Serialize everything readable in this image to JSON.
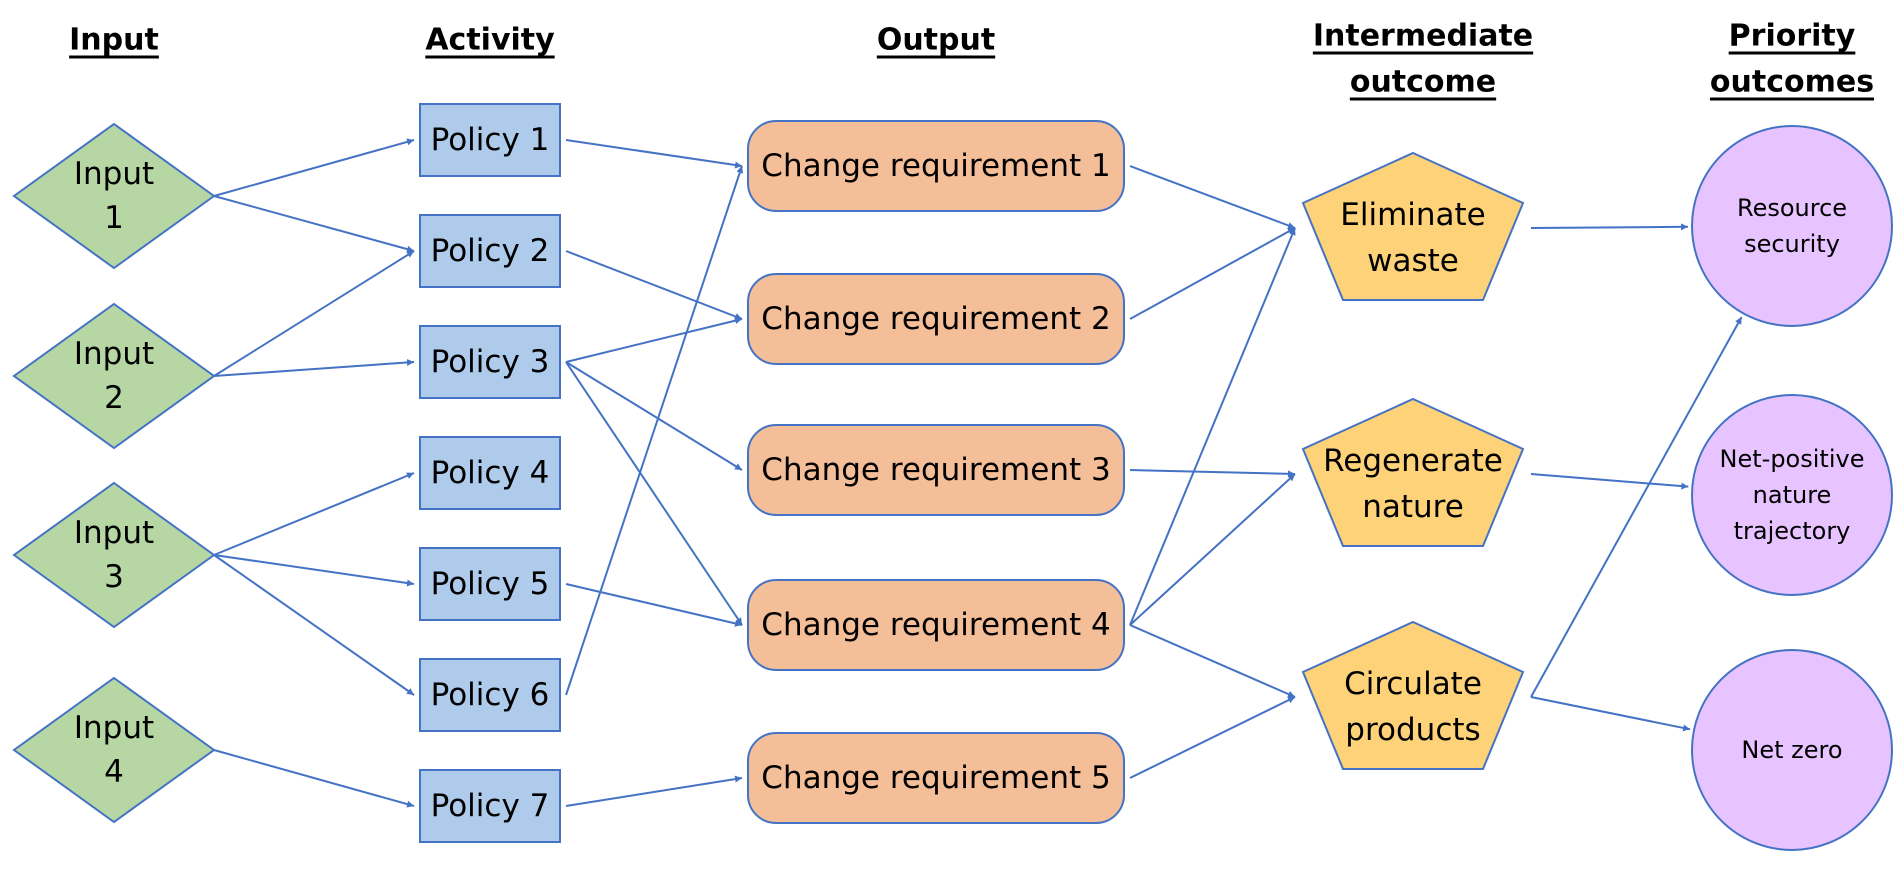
{
  "colors": {
    "connector": "#4472C4",
    "input_fill": "#B6D7A4",
    "activity_fill": "#AECBEB",
    "output_fill": "#F4BE98",
    "intermediate_fill": "#FDD278",
    "priority_fill": "#E7C4FF"
  },
  "headers": {
    "input": [
      "Input"
    ],
    "activity": [
      "Activity"
    ],
    "output": [
      "Output"
    ],
    "intermediate": [
      "Intermediate",
      "outcome"
    ],
    "priority": [
      "Priority",
      "outcomes"
    ]
  },
  "inputs": [
    {
      "id": "i1",
      "lines": [
        "Input",
        "1"
      ]
    },
    {
      "id": "i2",
      "lines": [
        "Input",
        "2"
      ]
    },
    {
      "id": "i3",
      "lines": [
        "Input",
        "3"
      ]
    },
    {
      "id": "i4",
      "lines": [
        "Input",
        "4"
      ]
    }
  ],
  "activities": [
    {
      "id": "p1",
      "lines": [
        "Policy 1"
      ]
    },
    {
      "id": "p2",
      "lines": [
        "Policy 2"
      ]
    },
    {
      "id": "p3",
      "lines": [
        "Policy 3"
      ]
    },
    {
      "id": "p4",
      "lines": [
        "Policy 4"
      ]
    },
    {
      "id": "p5",
      "lines": [
        "Policy 5"
      ]
    },
    {
      "id": "p6",
      "lines": [
        "Policy 6"
      ]
    },
    {
      "id": "p7",
      "lines": [
        "Policy 7"
      ]
    }
  ],
  "outputs": [
    {
      "id": "c1",
      "lines": [
        "Change requirement 1"
      ]
    },
    {
      "id": "c2",
      "lines": [
        "Change requirement 2"
      ]
    },
    {
      "id": "c3",
      "lines": [
        "Change requirement 3"
      ]
    },
    {
      "id": "c4",
      "lines": [
        "Change requirement 4"
      ]
    },
    {
      "id": "c5",
      "lines": [
        "Change requirement 5"
      ]
    }
  ],
  "intermediate_outcomes": [
    {
      "id": "e1",
      "lines": [
        "Eliminate",
        "waste"
      ]
    },
    {
      "id": "e2",
      "lines": [
        "Regenerate",
        "nature"
      ]
    },
    {
      "id": "e3",
      "lines": [
        "Circulate",
        "products"
      ]
    }
  ],
  "priority_outcomes": [
    {
      "id": "o1",
      "lines": [
        "Resource",
        "security"
      ]
    },
    {
      "id": "o2",
      "lines": [
        "Net-positive",
        "nature",
        "trajectory"
      ]
    },
    {
      "id": "o3",
      "lines": [
        "Net zero"
      ]
    }
  ],
  "connections": [
    {
      "from": "i1",
      "to": "p1"
    },
    {
      "from": "i1",
      "to": "p2"
    },
    {
      "from": "i2",
      "to": "p2"
    },
    {
      "from": "i2",
      "to": "p3"
    },
    {
      "from": "i3",
      "to": "p4"
    },
    {
      "from": "i3",
      "to": "p5"
    },
    {
      "from": "i3",
      "to": "p6"
    },
    {
      "from": "i4",
      "to": "p7"
    },
    {
      "from": "p1",
      "to": "c1"
    },
    {
      "from": "p2",
      "to": "c2"
    },
    {
      "from": "p3",
      "to": "c2"
    },
    {
      "from": "p3",
      "to": "c3"
    },
    {
      "from": "p3",
      "to": "c4"
    },
    {
      "from": "p5",
      "to": "c4"
    },
    {
      "from": "p6",
      "to": "c1"
    },
    {
      "from": "p7",
      "to": "c5"
    },
    {
      "from": "c1",
      "to": "e1"
    },
    {
      "from": "c2",
      "to": "e1"
    },
    {
      "from": "c3",
      "to": "e2"
    },
    {
      "from": "c4",
      "to": "e1"
    },
    {
      "from": "c4",
      "to": "e2"
    },
    {
      "from": "c4",
      "to": "e3"
    },
    {
      "from": "c5",
      "to": "e3"
    },
    {
      "from": "e1",
      "to": "o1"
    },
    {
      "from": "e2",
      "to": "o2"
    },
    {
      "from": "e3",
      "to": "o1"
    },
    {
      "from": "e3",
      "to": "o3"
    }
  ]
}
